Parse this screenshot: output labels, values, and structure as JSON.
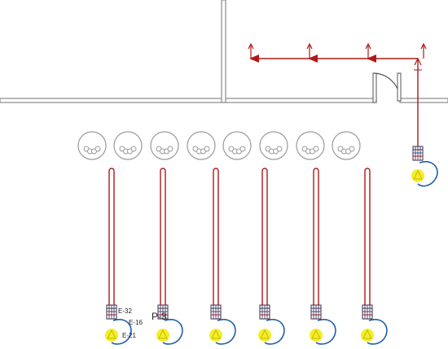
{
  "colors": {
    "wall": "#8a8a8a",
    "pipe": "#b01818",
    "pipe_inner": "#ffffff",
    "circuit_blue": "#1f5fa8",
    "device_yellow": "#f4ee2a",
    "valve_dark": "#3a2a4a",
    "fixture_gray": "#9a9a9a"
  },
  "diagram": {
    "wall_icon": "wall-line",
    "arrow_icon": "up-arrow",
    "fixture_icon": "round-fixture",
    "device_icon": "yellow-triangle-symbol",
    "pipe_count": 6,
    "fixture_count": 8
  },
  "labels": {
    "device_ref": "P-3",
    "tag_1": "E-32",
    "tag_2": "E-16",
    "tag_3": "E-21"
  }
}
